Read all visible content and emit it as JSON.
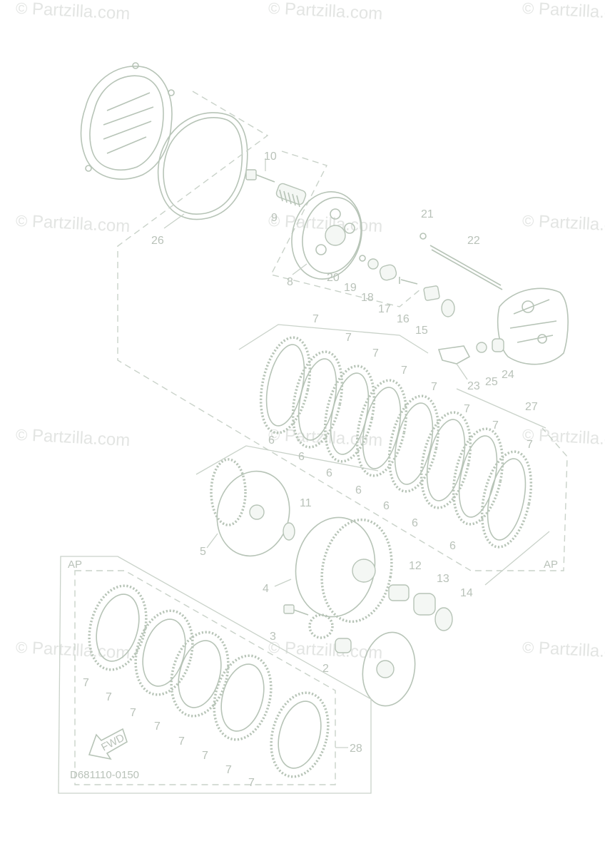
{
  "watermark": {
    "symbol": "©",
    "text": "Partzilla.com"
  },
  "diagram_code": "D681110-0150",
  "fwd_label": "FWD",
  "ap_label": "AP",
  "callouts": {
    "c2": "2",
    "c3": "3",
    "c4": "4",
    "c5": "5",
    "c6a": "6",
    "c6b": "6",
    "c6c": "6",
    "c6d": "6",
    "c6e": "6",
    "c6f": "6",
    "c6g": "6",
    "c7a": "7",
    "c7b": "7",
    "c7c": "7",
    "c7d": "7",
    "c7e": "7",
    "c7f": "7",
    "c7g": "7",
    "c7h": "7",
    "c7i": "7",
    "c7j": "7",
    "c7k": "7",
    "c7l": "7",
    "c7m": "7",
    "c7n": "7",
    "c7o": "7",
    "c7p": "7",
    "c8": "8",
    "c9": "9",
    "c10": "10",
    "c11": "11",
    "c12": "12",
    "c13": "13",
    "c14": "14",
    "c15": "15",
    "c16": "16",
    "c17": "17",
    "c18": "18",
    "c19": "19",
    "c20": "20",
    "c21": "21",
    "c22": "22",
    "c23": "23",
    "c24": "24",
    "c25": "25",
    "c26": "26",
    "c27": "27",
    "c28": "28"
  }
}
